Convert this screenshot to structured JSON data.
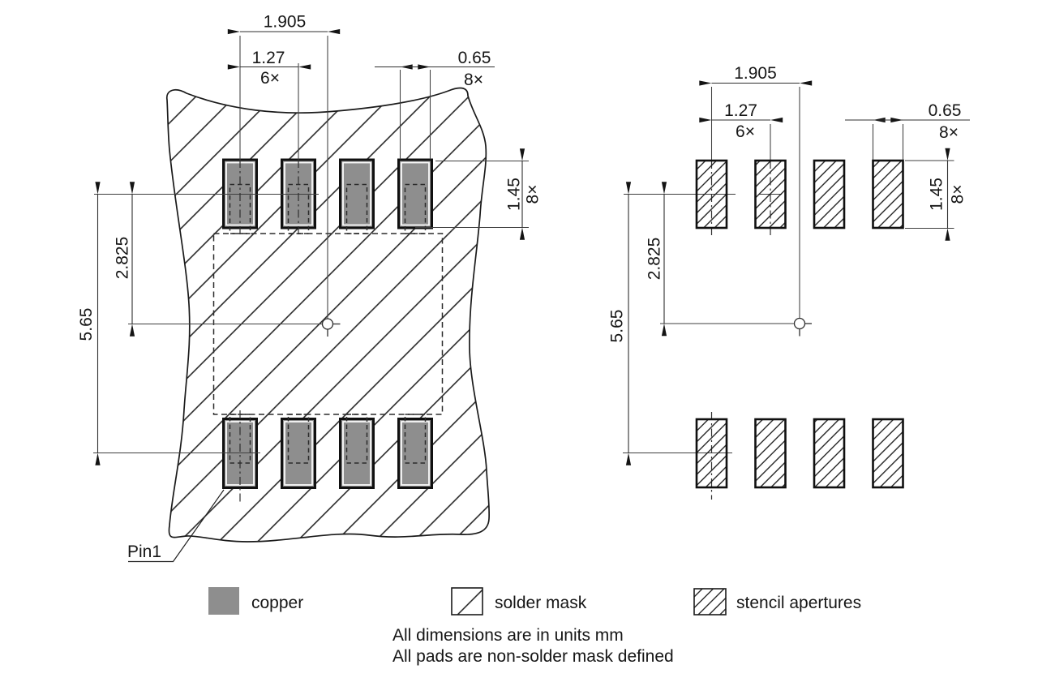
{
  "dimensions": {
    "lead_to_center": "1.905",
    "pad_pitch": "1.27",
    "pad_pitch_count": "6×",
    "pad_width": "0.65",
    "pad_width_count": "8×",
    "pad_height": "1.45",
    "pad_height_count": "8×",
    "center_offset": "2.825",
    "row_spacing": "5.65"
  },
  "labels": {
    "pin1": "Pin1"
  },
  "legend": {
    "copper": "copper",
    "solder_mask": "solder mask",
    "stencil_apertures": "stencil apertures"
  },
  "notes": {
    "units": "All dimensions are in units mm",
    "mask_defined": "All pads are non-solder mask defined"
  },
  "colors": {
    "copper_fill": "#8e8e8e",
    "line": "#1a1a1a",
    "background": "#ffffff"
  }
}
